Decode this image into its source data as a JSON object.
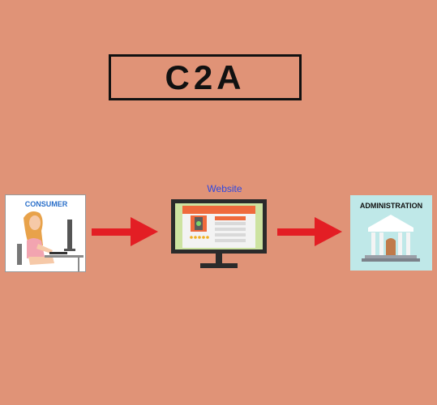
{
  "title": "C2A",
  "nodes": {
    "consumer": {
      "label": "CONSUMER"
    },
    "website": {
      "label": "Website"
    },
    "administration": {
      "label": "ADMINISTRATION"
    }
  },
  "colors": {
    "background": "#e09377",
    "arrow": "#e31e24",
    "website_label": "#2f48e0",
    "consumer_label": "#2a6fc9"
  }
}
